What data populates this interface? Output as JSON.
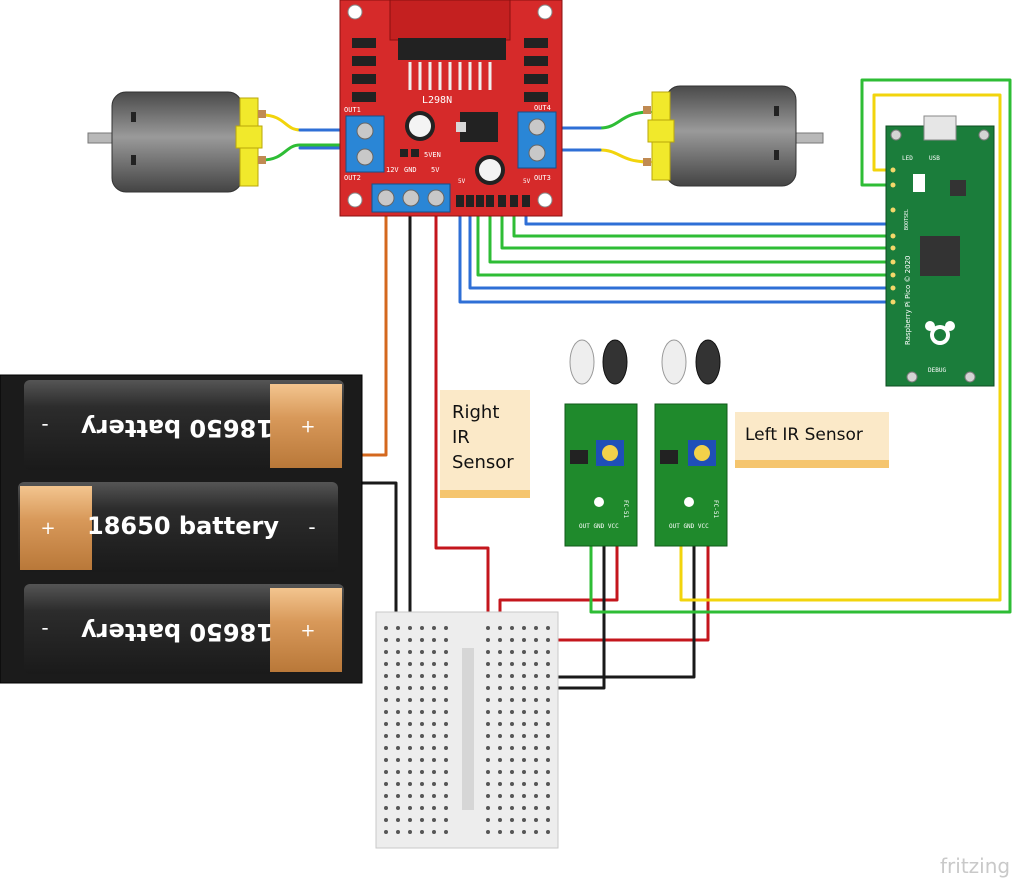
{
  "driver": {
    "chip": "L298N",
    "out1": "OUT1",
    "out2": "OUT2",
    "out3": "OUT3",
    "out4": "OUT4",
    "v12": "12V",
    "gnd": "GND",
    "v5": "5V",
    "ven": "5VEN",
    "sv_left": "5V",
    "sv_right": "5V"
  },
  "pico": {
    "name": "Raspberry Pi Pico © 2020",
    "usb": "USB",
    "led": "LED",
    "bootsel": "BOOTSEL",
    "debug": "DEBUG"
  },
  "batteries": {
    "cell1": "18650 battery",
    "cell2": "18650 battery",
    "cell3": "18650 battery",
    "plus": "+",
    "minus": "-"
  },
  "ir_sensor": {
    "model": "FC-51",
    "pins": "OUT GND VCC"
  },
  "notes": {
    "right_line1": "Right",
    "right_line2": "IR",
    "right_line3": "Sensor",
    "left": "Left IR Sensor"
  },
  "watermark": "fritzing",
  "colors": {
    "wire_blue": "#2f6fd6",
    "wire_green": "#2ebd35",
    "wire_yellow": "#f2d40c",
    "wire_red": "#c4161c",
    "wire_black": "#1a1a1a",
    "wire_orange": "#d4681e",
    "driver_board": "#d62a2a",
    "pico_board": "#1b7d3b",
    "ir_board": "#1f8a2c"
  }
}
